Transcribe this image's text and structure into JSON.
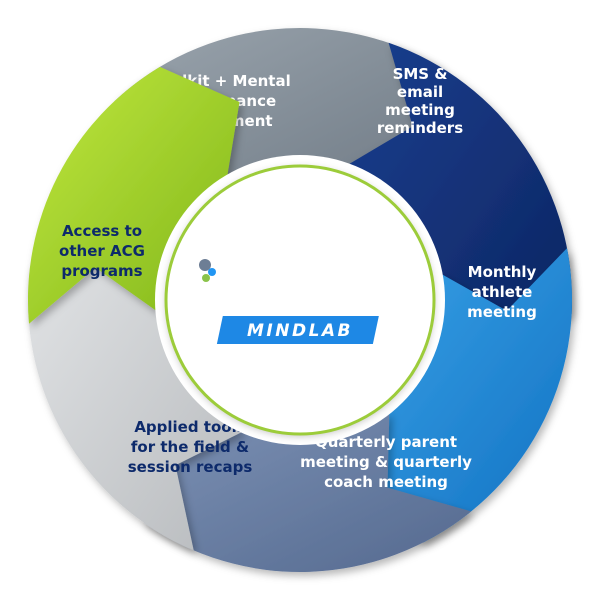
{
  "center": {
    "brand_label": "MINDLAB",
    "brand_color": "#1e88e5",
    "ring_color": "#9ccc3a",
    "logo_dots": [
      "#6d7e95",
      "#2196f3",
      "#8bc34a"
    ]
  },
  "segments": [
    {
      "name": "toolkit",
      "lines": [
        "Toolkit + Mental",
        "Performance",
        "Assessment"
      ],
      "color_light": "#9aa4ad",
      "color_dark": "#6f7a85",
      "text_color": "#ffffff"
    },
    {
      "name": "sms",
      "lines": [
        "SMS &",
        "email",
        "meeting",
        "reminders"
      ],
      "color_light": "#1a3f8f",
      "color_dark": "#0c2460",
      "text_color": "#ffffff"
    },
    {
      "name": "monthly",
      "lines": [
        "Monthly",
        "athlete",
        "meeting"
      ],
      "color_light": "#3aa3e8",
      "color_dark": "#1271c2",
      "text_color": "#ffffff"
    },
    {
      "name": "quarterly",
      "lines": [
        "Quarterly parent",
        "meeting & quarterly",
        "coach meeting"
      ],
      "color_light": "#7d92b5",
      "color_dark": "#54698f",
      "text_color": "#ffffff"
    },
    {
      "name": "applied",
      "lines": [
        "Applied tools",
        "for the field &",
        "session recaps"
      ],
      "color_light": "#e3e5e7",
      "color_dark": "#b7babd",
      "text_color": "#0d2a6b"
    },
    {
      "name": "access",
      "lines": [
        "Access to",
        "other ACG",
        "programs"
      ],
      "color_light": "#c1e83e",
      "color_dark": "#7fb51a",
      "text_color": "#0d2a6b"
    }
  ]
}
